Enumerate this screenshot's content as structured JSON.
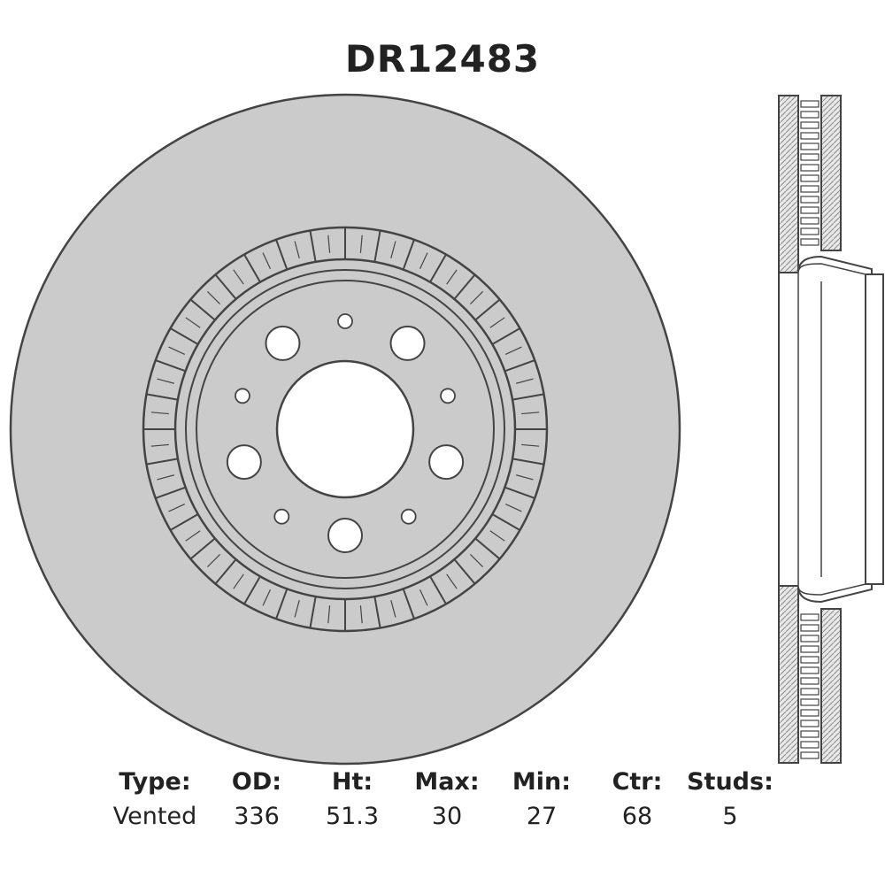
{
  "part_number": "DR12483",
  "colors": {
    "disc_fill": "#cbcbcb",
    "outline": "#444444",
    "hatch": "#9a9a9a",
    "background": "#ffffff"
  },
  "disc": {
    "stud_count": 5,
    "small_hole_count": 5,
    "vane_count": 36
  },
  "specs": [
    {
      "label": "Type:",
      "value": "Vented"
    },
    {
      "label": "OD:",
      "value": "336"
    },
    {
      "label": "Ht:",
      "value": "51.3"
    },
    {
      "label": "Max:",
      "value": "30"
    },
    {
      "label": "Min:",
      "value": "27"
    },
    {
      "label": "Ctr:",
      "value": "68"
    },
    {
      "label": "Studs:",
      "value": "5"
    }
  ]
}
